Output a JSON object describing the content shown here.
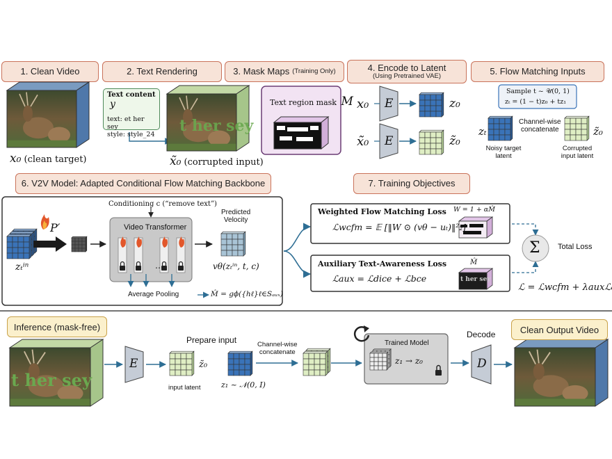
{
  "headers": {
    "h1": "1. Clean Video",
    "h2": "2. Text Rendering",
    "h3": "3. Mask Maps",
    "h3_note": "(Training Only)",
    "h4": "4. Encode to Latent",
    "h4_note": "(Using Pretrained VAE)",
    "h5": "5. Flow Matching Inputs",
    "h6": "6. V2V Model: Adapted Conditional Flow Matching Backbone",
    "h7": "7. Training Objectives"
  },
  "step1": {
    "label_sym": "x₀",
    "label": "(clean target)"
  },
  "step2": {
    "title": "Text content",
    "title_sym": "y",
    "line1": "text: et her sey",
    "line2": "style: style_24",
    "overlay": "t her sey",
    "label_sym": "x̃₀",
    "label": "(corrupted input)"
  },
  "step3": {
    "title": "Text region mask",
    "title_sym": "M"
  },
  "step4": {
    "row1_in": "x₀",
    "row1_out": "z₀",
    "row2_in": "x̃₀",
    "row2_out": "z̃₀",
    "encoder": "E"
  },
  "step5": {
    "sample_line1": "Sample t ~ 𝒰(0, 1)",
    "sample_line2": "zₜ = (1 − t)z₀ + tz₁",
    "zt": "zₜ",
    "concat1": "Channel-wise",
    "concat2": "concatenate",
    "z0t": "z̃₀",
    "noisy1": "Noisy target",
    "noisy2": "latent",
    "corr1": "Corrupted",
    "corr2": "input latent"
  },
  "step6": {
    "conditioning": "Conditioning c (“remove text”)",
    "transformer": "Video Transformer",
    "pprime": "P′",
    "zin": "zₜⁱⁿ",
    "predicted1": "Predicted",
    "predicted2": "Velocity",
    "velocity": "vθ(zₜⁱⁿ, t, c)",
    "dots": "…",
    "pooling": "Average Pooling",
    "mhat": "M̂ = gϕ({hℓ}ℓ∈Sₐᵤₓ)"
  },
  "step7": {
    "wfm_title": "Weighted Flow Matching Loss",
    "wfm_weight": "W = 1 + αM̂",
    "wfm_eq": "ℒwcfm = 𝔼 [‖W ⊙ (vθ − uₜ)‖²₂]",
    "aux_title": "Auxiliary Text-Awareness Loss",
    "aux_weight": "M̂",
    "aux_eq": "ℒaux = ℒdice + ℒbce",
    "aux_overlay": "t her sey",
    "sigma": "Σ",
    "total": "Total Loss",
    "total_eq": "ℒ = ℒwcfm + λauxℒaux"
  },
  "inference": {
    "title": "Inference (mask-free)",
    "encoder": "E",
    "prepare": "Prepare input",
    "z0t": "z̃₀",
    "input_latent": "input latent",
    "z1": "z₁ ~ 𝒩(0, I)",
    "concat1": "Channel-wise",
    "concat2": "concatenate",
    "trained": "Trained Model",
    "trained_eq": "z₁ → z₀",
    "decode": "Decode",
    "decoder": "D",
    "output": "Clean Output Video",
    "overlay": "t her sey"
  },
  "colors": {
    "header_fill": "#f7e3d8",
    "header_border": "#c9725a",
    "gold_fill": "#fbf0cc",
    "blue": "#3a73b8",
    "green": "#dfeec4",
    "mask_purple": "#e9d3ee",
    "arrow": "#2e6e94"
  }
}
